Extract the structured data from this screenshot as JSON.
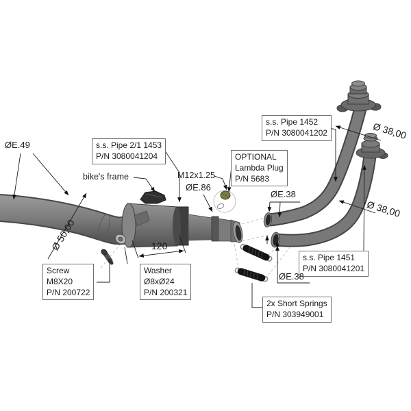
{
  "title": "Exhaust system exploded diagram",
  "labels": {
    "dia_e49": "ØE.49",
    "pipe_2_1": {
      "line1": "s.s. Pipe 2/1 1453",
      "line2": "P/N 3080041204"
    },
    "bikes_frame": "bike's frame",
    "thread": "M12x1.25",
    "dia_e86": "ØE.86",
    "lambda": {
      "line1": "OPTIONAL",
      "line2": "Lambda Plug",
      "line3": "P/N 5683"
    },
    "pipe_1452": {
      "line1": "s.s. Pipe 1452",
      "line2": "P/N 3080041202"
    },
    "dia_38_upper": "Ø 38,00",
    "dia_e38_upper": "ØE.38",
    "dia_38_lower": "Ø 38,00",
    "pipe_1451": {
      "line1": "s.s. Pipe 1451",
      "line2": "P/N 3080041201"
    },
    "dia_e38_lower": "ØE.38",
    "springs": {
      "line1": "2x Short Springs",
      "line2": "P/N 303949001"
    },
    "screw": {
      "line1": "Screw",
      "line2": "M8X20",
      "line3": "P/N 200722"
    },
    "washer": {
      "line1": "Washer",
      "line2": "Ø8xØ24",
      "line3": "P/N 200321"
    },
    "dim_120": "120",
    "dia_50": "Ø 50,00"
  },
  "colors": {
    "background": "#ffffff",
    "pipe_gray": "#7d7d7d",
    "pipe_edge": "#454545",
    "dark_sleeve": "#3e3e3e",
    "spring_black": "#141414",
    "lambda_olive": "#7c7c44",
    "line_black": "#1a1a1a",
    "guide_gray": "#c4c4c4"
  }
}
